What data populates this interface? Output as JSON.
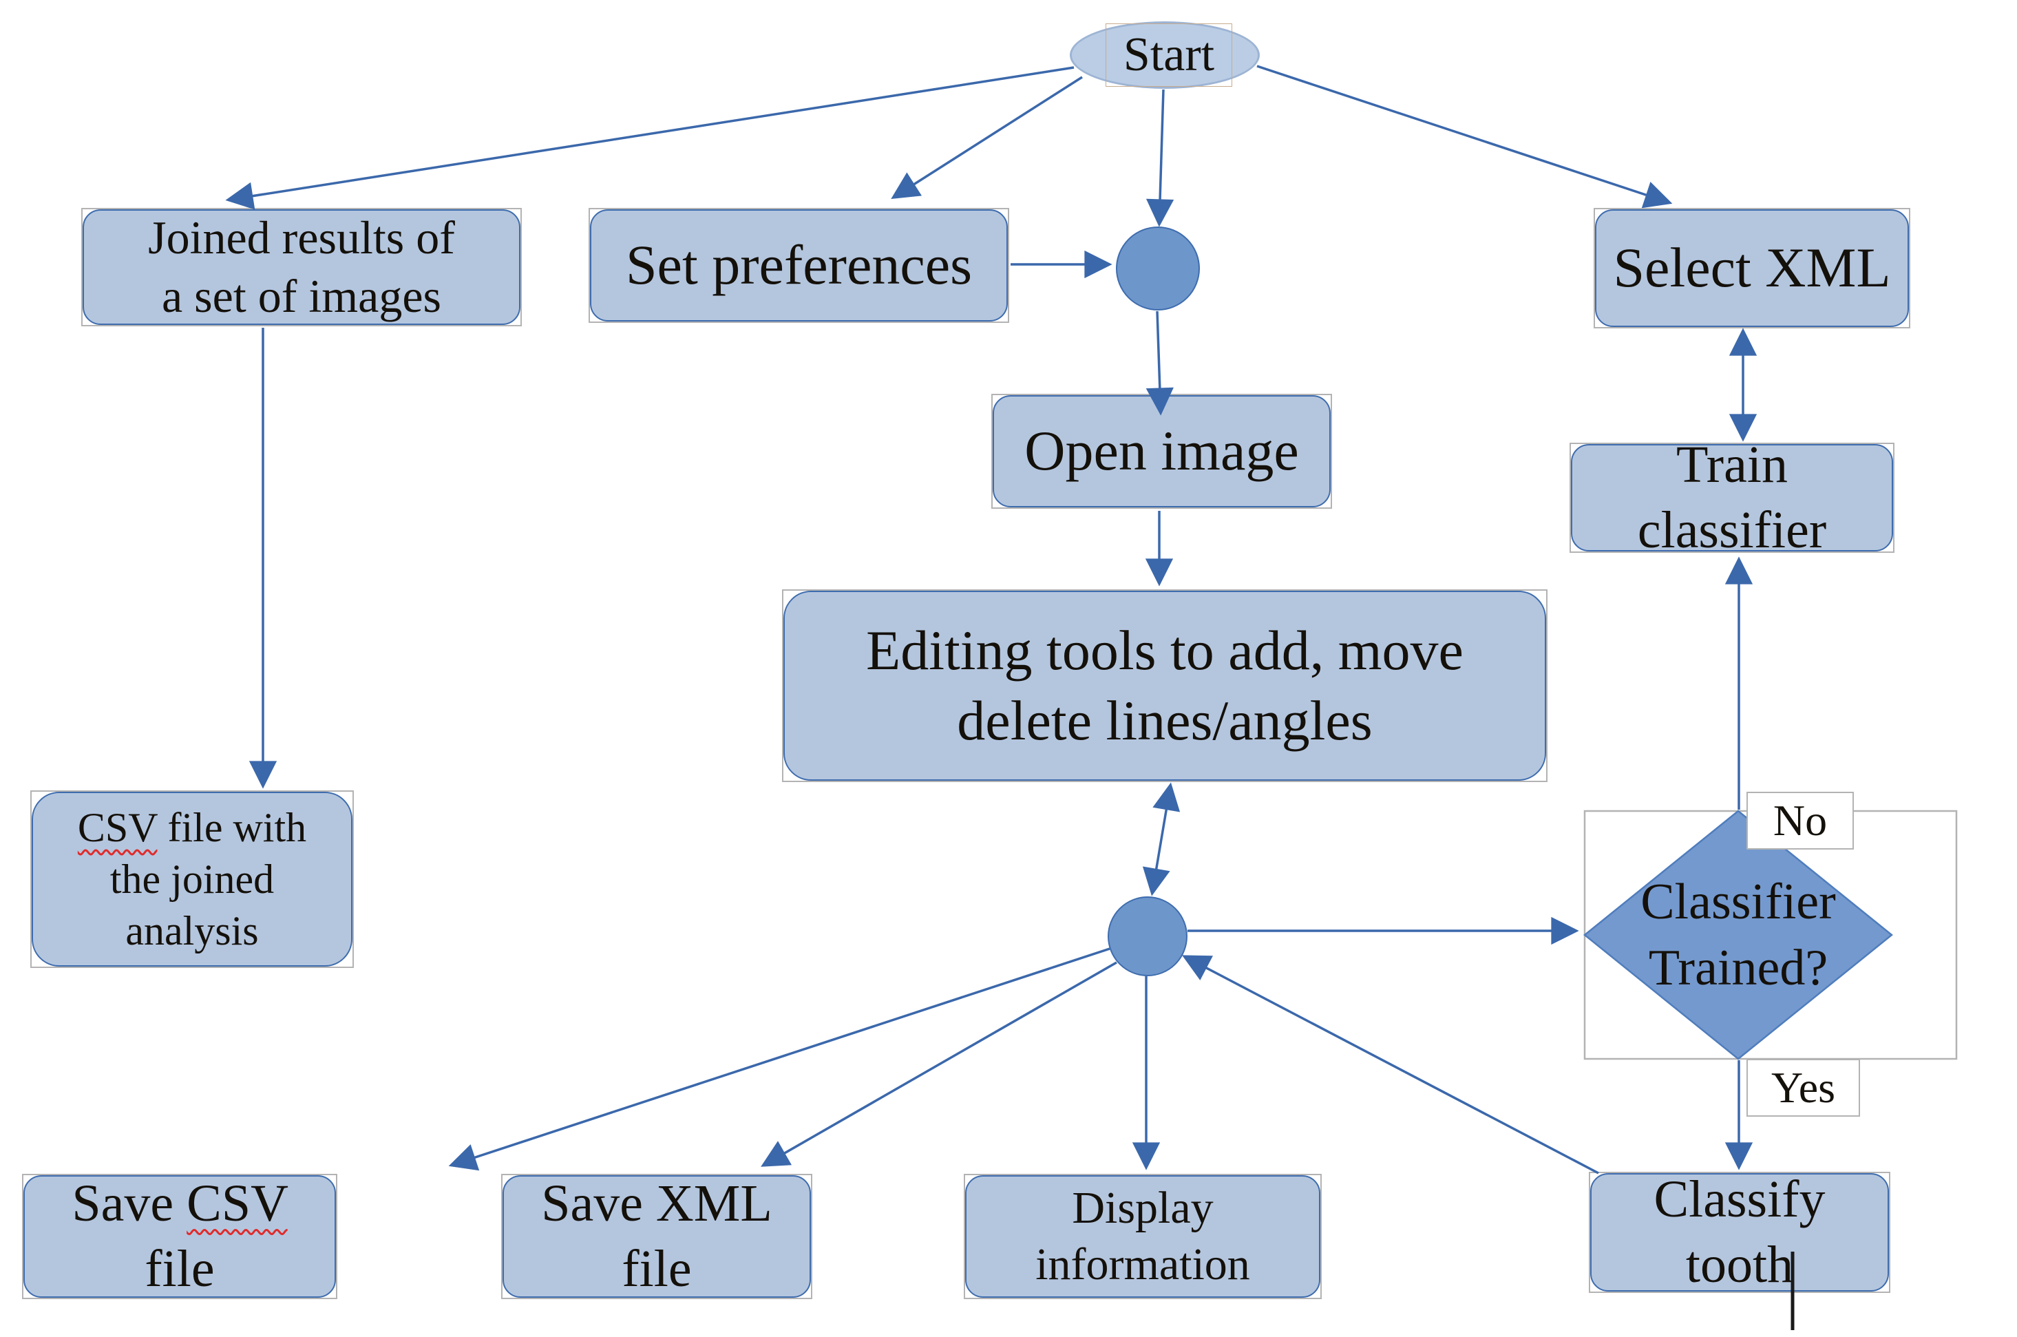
{
  "diagram": {
    "colors": {
      "node_fill": "#b4c6de",
      "node_border": "#3e6cae",
      "junction_fill": "#6d96cb",
      "decision_fill": "#7499ce",
      "arrow": "#3b68ab",
      "selection_frame": "#b3b3b3",
      "misspell_underline": "#e02b2b",
      "text": "#14100a"
    },
    "nodes": {
      "start": {
        "label": "Start"
      },
      "joined_results": {
        "line1": "Joined results of",
        "line2": "a set of images"
      },
      "set_preferences": {
        "label": "Set preferences"
      },
      "select_xml": {
        "label": "Select XML"
      },
      "open_image": {
        "label": "Open image"
      },
      "editing_tools": {
        "line1": "Editing tools to add, move",
        "line2": "delete lines/angles"
      },
      "csv_file": {
        "line1_misspelled": "CSV",
        "line1_rest": " file with",
        "line2": "the joined analysis"
      },
      "train_classifier": {
        "label": "Train classifier"
      },
      "classifier_trained": {
        "line1": "Classifier",
        "line2": "Trained?"
      },
      "save_csv": {
        "prefix": "Save ",
        "misspelled": "CSV",
        "suffix": " file"
      },
      "save_xml": {
        "label": "Save XML file"
      },
      "display_information": {
        "label": "Display information"
      },
      "classify_tooth": {
        "label": "Classify tooth"
      }
    },
    "edge_labels": {
      "no": "No",
      "yes": "Yes"
    },
    "edges": [
      {
        "from": "start",
        "to": "joined_results"
      },
      {
        "from": "start",
        "to": "set_preferences"
      },
      {
        "from": "start",
        "to": "junction_1"
      },
      {
        "from": "start",
        "to": "select_xml"
      },
      {
        "from": "set_preferences",
        "to": "junction_1"
      },
      {
        "from": "junction_1",
        "to": "open_image"
      },
      {
        "from": "open_image",
        "to": "editing_tools"
      },
      {
        "from": "editing_tools",
        "to": "junction_2",
        "bidirectional": true
      },
      {
        "from": "junction_2",
        "to": "classifier_trained"
      },
      {
        "from": "classify_tooth",
        "to": "junction_2"
      },
      {
        "from": "junction_2",
        "to": "save_csv"
      },
      {
        "from": "junction_2",
        "to": "save_xml"
      },
      {
        "from": "junction_2",
        "to": "display_information"
      },
      {
        "from": "select_xml",
        "to": "train_classifier",
        "bidirectional": true
      },
      {
        "from": "classifier_trained",
        "to": "train_classifier",
        "label": "No"
      },
      {
        "from": "classifier_trained",
        "to": "classify_tooth",
        "label": "Yes"
      },
      {
        "from": "joined_results",
        "to": "csv_file"
      }
    ]
  }
}
